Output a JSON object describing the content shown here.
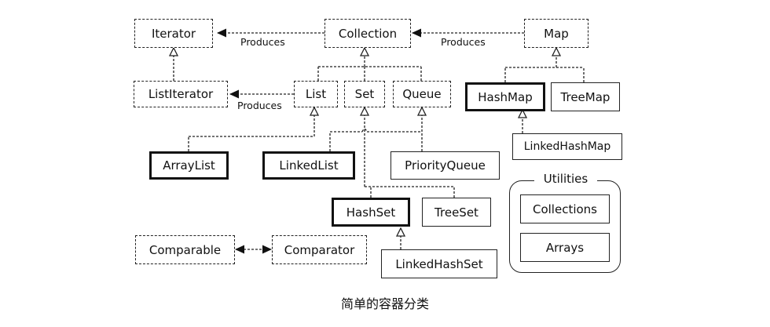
{
  "nodes": {
    "iterator": "Iterator",
    "collection": "Collection",
    "map": "Map",
    "list_iterator": "ListIterator",
    "list": "List",
    "set": "Set",
    "queue": "Queue",
    "hash_map": "HashMap",
    "tree_map": "TreeMap",
    "linked_hash_map": "LinkedHashMap",
    "array_list": "ArrayList",
    "linked_list": "LinkedList",
    "priority_queue": "PriorityQueue",
    "hash_set": "HashSet",
    "tree_set": "TreeSet",
    "linked_hash_set": "LinkedHashSet",
    "comparable": "Comparable",
    "comparator": "Comparator"
  },
  "utilities": {
    "title": "Utilities",
    "collections": "Collections",
    "arrays": "Arrays"
  },
  "edge_labels": {
    "collection_produces_iterator": "Produces",
    "map_produces_collection": "Produces",
    "list_produces_list_iterator": "Produces"
  },
  "caption": "简单的容器分类",
  "colors": {
    "line": "#222222",
    "background": "#ffffff"
  }
}
